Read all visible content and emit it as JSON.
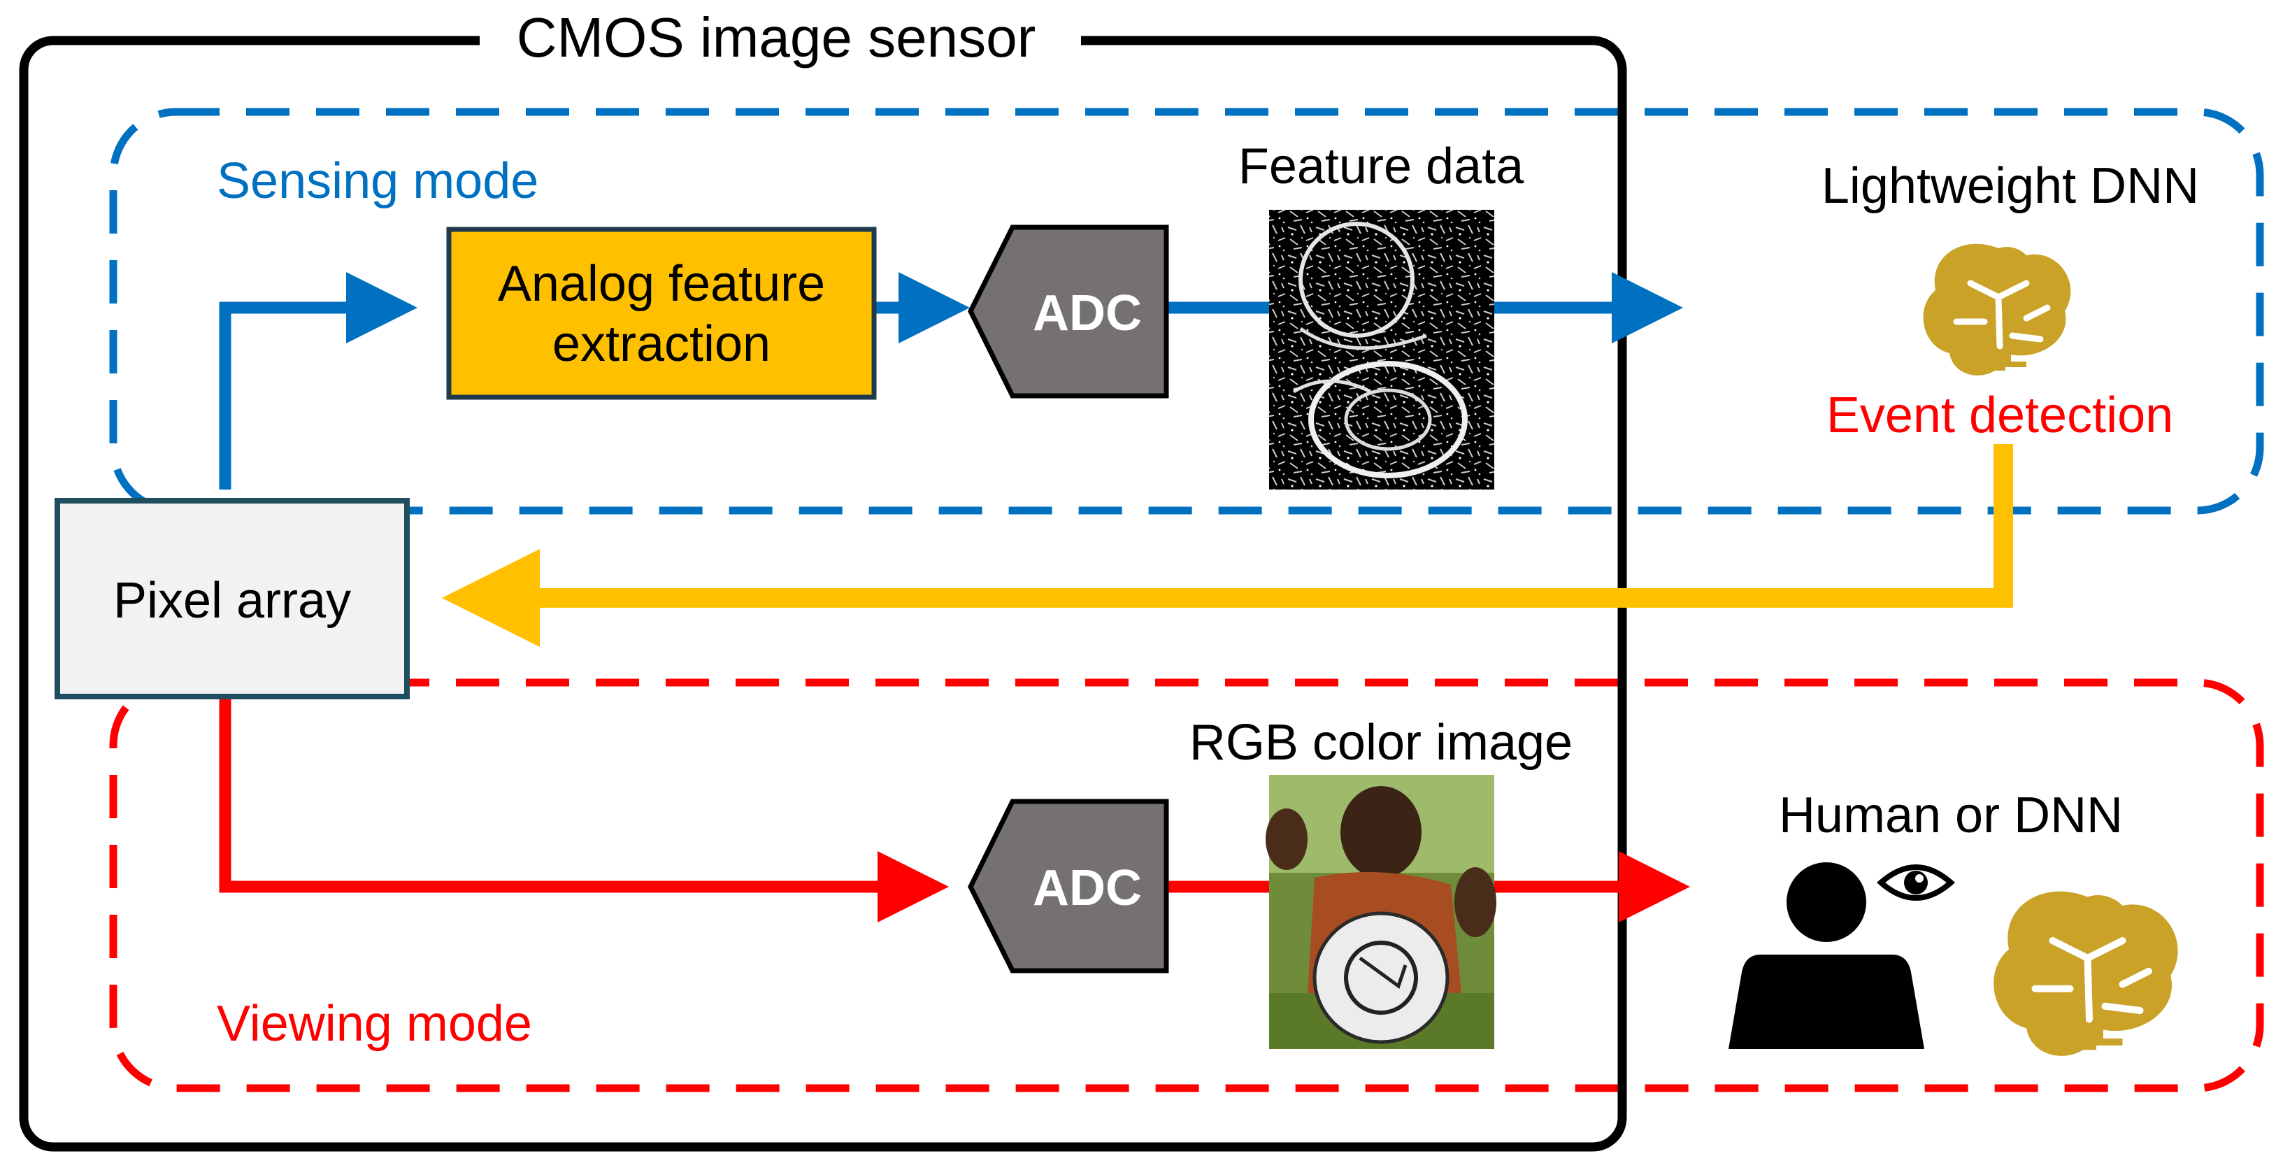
{
  "colors": {
    "sensing": "#0070C0",
    "viewing": "#FF0000",
    "feedback": "#FFC000",
    "sensor_border": "#000000",
    "adc_fill": "#767171",
    "feature_box_fill": "#FFC000",
    "pixel_box_fill": "#F2F2F2",
    "pixel_box_border": "#1F4E5F",
    "brain": "#C9A227",
    "human": "#000000"
  },
  "sensor": {
    "title": "CMOS image sensor"
  },
  "sensing": {
    "mode_label": "Sensing mode",
    "feature_box_label_line1": "Analog feature",
    "feature_box_label_line2": "extraction",
    "adc_label": "ADC",
    "data_label": "Feature data",
    "dnn_label": "Lightweight DNN",
    "event_label": "Event detection"
  },
  "pixel": {
    "label": "Pixel array"
  },
  "viewing": {
    "mode_label": "Viewing mode",
    "adc_label": "ADC",
    "image_label": "RGB color image",
    "consumer_label": "Human or DNN"
  },
  "icons": {
    "brain_top": "brain-icon",
    "brain_bottom": "brain-icon",
    "human": "person-icon",
    "eye": "eye-icon",
    "feature_image": "feature-map-image",
    "rgb_image": "photo-image"
  }
}
